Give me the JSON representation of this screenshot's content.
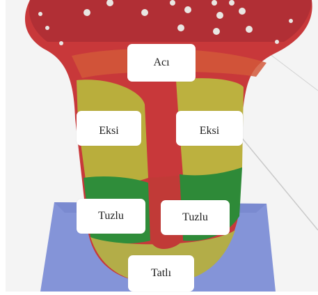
{
  "labels": {
    "aci": "Acı",
    "eksi_left": "Eksi",
    "eksi_right": "Eksi",
    "tuzlu_left": "Tuzlu",
    "tuzlu_right": "Tuzlu",
    "tatli": "Tatlı"
  },
  "colors": {
    "bitter_zone": "#c8383a",
    "sour_zone": "#b9ae3c",
    "salty_zone": "#2f8d3a",
    "sweet_zone": "#b3ad48",
    "base": "#7f8fd6",
    "wall": "#f3f3f3"
  }
}
